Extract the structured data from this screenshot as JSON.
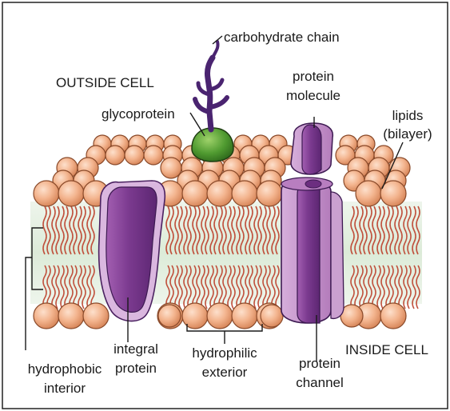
{
  "diagram": {
    "labels": {
      "carbohydrate_chain": "carbohydrate chain",
      "outside_cell": "OUTSIDE CELL",
      "glycoprotein": "glycoprotein",
      "protein_molecule_1": "protein",
      "protein_molecule_2": "molecule",
      "lipids_1": "lipids",
      "lipids_2": "(bilayer)",
      "integral_protein_1": "integral",
      "integral_protein_2": "protein",
      "hydrophilic_exterior_1": "hydrophilic",
      "hydrophilic_exterior_2": "exterior",
      "protein_channel_1": "protein",
      "protein_channel_2": "channel",
      "inside_cell": "INSIDE CELL",
      "hydrophobic_interior_1": "hydrophobic",
      "hydrophobic_interior_2": "interior"
    },
    "colors": {
      "lipid_head": "#f3b48e",
      "lipid_tail": "#c0503c",
      "interior": "#e3efe1",
      "protein_dark": "#7b3a8f",
      "protein_light": "#c491c9",
      "glycoprotein": "#4f9a30",
      "carbohydrate": "#4a2470"
    }
  }
}
